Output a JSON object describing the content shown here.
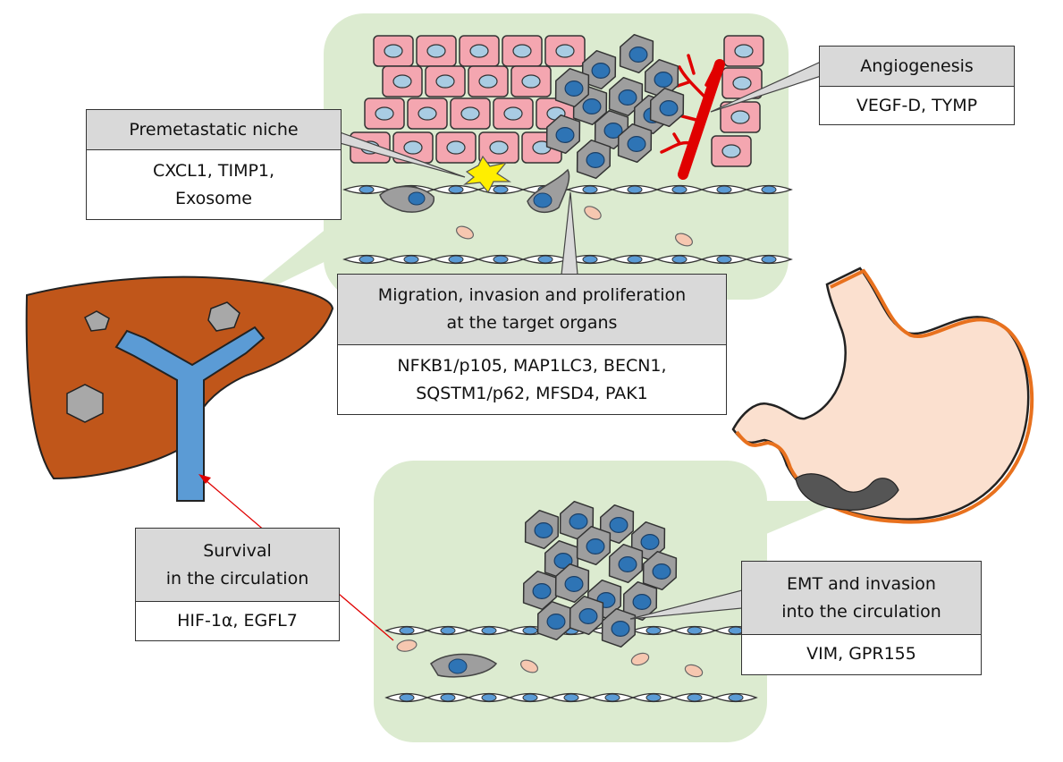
{
  "boxes": {
    "angiogenesis": {
      "title": "Angiogenesis",
      "body": [
        "VEGF-D, TYMP"
      ]
    },
    "premetastatic": {
      "title": "Premetastatic niche",
      "body": [
        "CXCL1, TIMP1,",
        "Exosome"
      ]
    },
    "migration": {
      "title": [
        "Migration, invasion and proliferation",
        "at the target organs"
      ],
      "body": [
        "NFKB1/p105, MAP1LC3, BECN1,",
        "SQSTM1/p62, MFSD4, PAK1"
      ]
    },
    "survival": {
      "title": [
        "Survival",
        "in the circulation"
      ],
      "body": [
        "HIF-1α, EGFL7"
      ]
    },
    "emt": {
      "title": [
        "EMT and invasion",
        "into the circulation"
      ],
      "body": [
        "VIM, GPR155"
      ]
    }
  },
  "colors": {
    "liver": "#c0561a",
    "vessel": "#5b9bd5",
    "tumor_cell": "#9e9e9e",
    "nucleus": "#2e74b5",
    "hepatocyte": "#f4a6b0",
    "bubble": "#dcebd0",
    "stomach": "#fbe0cf",
    "stomach_outline": "#e8711e",
    "blood_vessel_red": "#e00000",
    "niche_cell": "#ffee00"
  }
}
